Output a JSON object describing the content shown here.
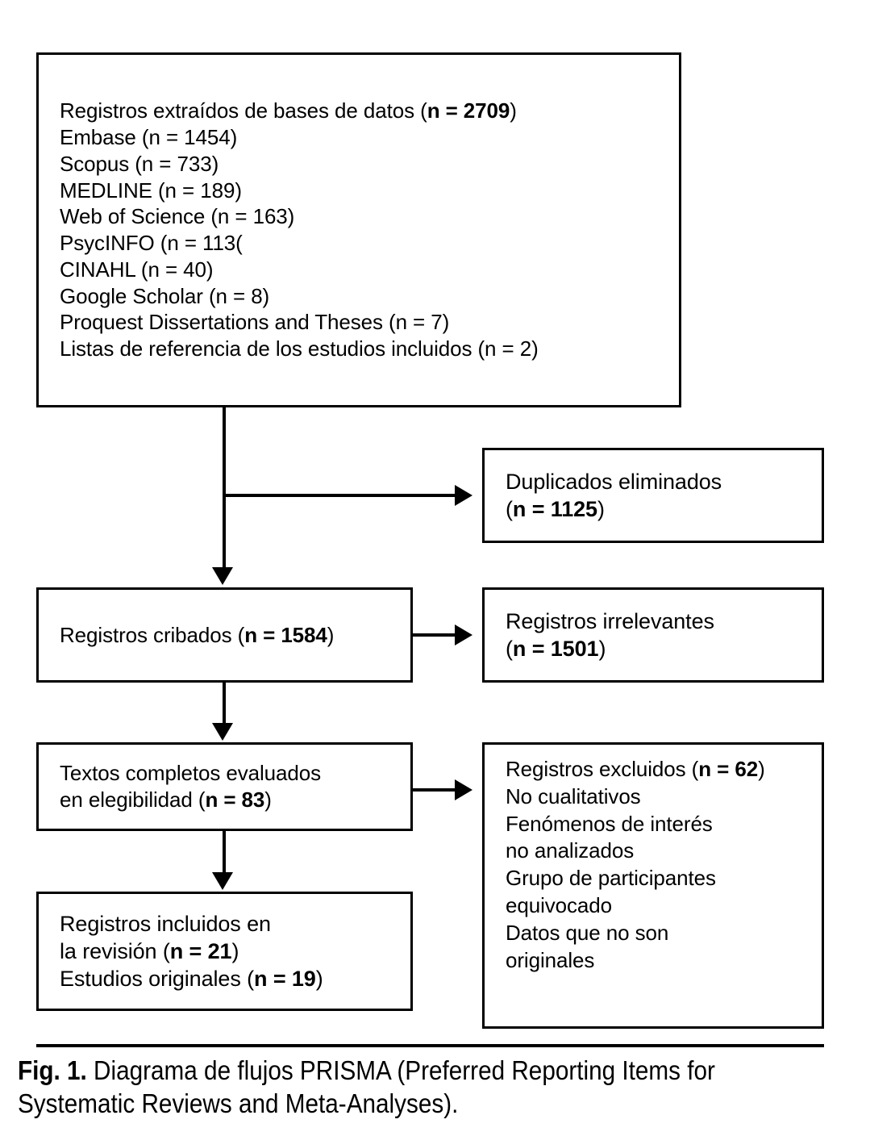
{
  "figure": {
    "label": "Fig. 1.",
    "caption": " Diagrama de flujos PRISMA (Preferred Reporting Items for Systematic Reviews and Meta-Analyses)."
  },
  "colors": {
    "stroke": "#000000",
    "background": "#ffffff",
    "text": "#000000"
  },
  "boxes": {
    "sources": {
      "heading_text": "Registros extraídos de bases de datos (",
      "heading_bold": "n = 2709",
      "heading_close": ")",
      "items": [
        "Embase (n = 1454)",
        "Scopus (n = 733)",
        "MEDLINE (n = 189)",
        "Web of Science (n = 163)",
        "PsycINFO (n = 113(",
        "CINAHL (n = 40)",
        "Google Scholar (n = 8)",
        "Proquest Dissertations and Theses (n = 7)",
        "Listas de referencia de los estudios incluidos (n = 2)"
      ]
    },
    "duplicates": {
      "line1": "Duplicados eliminados",
      "line2_open": "(",
      "line2_bold": "n = 1125",
      "line2_close": ")"
    },
    "screened": {
      "line1_text": "Registros cribados (",
      "line1_bold": "n = 1584",
      "line1_close": ")"
    },
    "irrelevant": {
      "line1": "Registros irrelevantes",
      "line2_open": "(",
      "line2_bold": "n = 1501",
      "line2_close": ")"
    },
    "fulltext": {
      "line1": "Textos completos evaluados",
      "line2_text": "en elegibilidad (",
      "line2_bold": "n = 83",
      "line2_close": ")"
    },
    "excluded": {
      "heading_text": "Registros excluidos (",
      "heading_bold": "n = 62",
      "heading_close": ")",
      "reasons": [
        "No cualitativos",
        "Fenómenos de interés",
        "no analizados",
        "Grupo de participantes",
        "equivocado",
        "Datos que no son",
        "originales"
      ]
    },
    "included": {
      "line1": "Registros incluidos en",
      "line2_text": "la revisión (",
      "line2_bold": "n = 21",
      "line2_close": ")",
      "line3_text": "Estudios originales (",
      "line3_bold": "n = 19",
      "line3_close": ")"
    }
  },
  "chart_data": {
    "type": "diagram",
    "title": "Diagrama de flujos PRISMA",
    "nodes": [
      {
        "id": "sources",
        "label": "Registros extraídos de bases de datos",
        "n": 2709,
        "breakdown": [
          {
            "source": "Embase",
            "n": 1454
          },
          {
            "source": "Scopus",
            "n": 733
          },
          {
            "source": "MEDLINE",
            "n": 189
          },
          {
            "source": "Web of Science",
            "n": 163
          },
          {
            "source": "PsycINFO",
            "n": 113
          },
          {
            "source": "CINAHL",
            "n": 40
          },
          {
            "source": "Google Scholar",
            "n": 8
          },
          {
            "source": "Proquest Dissertations and Theses",
            "n": 7
          },
          {
            "source": "Listas de referencia de los estudios incluidos",
            "n": 2
          }
        ]
      },
      {
        "id": "duplicates",
        "label": "Duplicados eliminados",
        "n": 1125
      },
      {
        "id": "screened",
        "label": "Registros cribados",
        "n": 1584
      },
      {
        "id": "irrelevant",
        "label": "Registros irrelevantes",
        "n": 1501
      },
      {
        "id": "fulltext",
        "label": "Textos completos evaluados en elegibilidad",
        "n": 83
      },
      {
        "id": "excluded",
        "label": "Registros excluidos",
        "n": 62,
        "reasons": [
          "No cualitativos",
          "Fenómenos de interés no analizados",
          "Grupo de participantes equivocado",
          "Datos que no son originales"
        ]
      },
      {
        "id": "included",
        "label": "Registros incluidos en la revisión",
        "n": 21,
        "original_studies": 19
      }
    ],
    "edges": [
      {
        "from": "sources",
        "to": "duplicates"
      },
      {
        "from": "sources",
        "to": "screened"
      },
      {
        "from": "screened",
        "to": "irrelevant"
      },
      {
        "from": "screened",
        "to": "fulltext"
      },
      {
        "from": "fulltext",
        "to": "excluded"
      },
      {
        "from": "fulltext",
        "to": "included"
      }
    ]
  }
}
